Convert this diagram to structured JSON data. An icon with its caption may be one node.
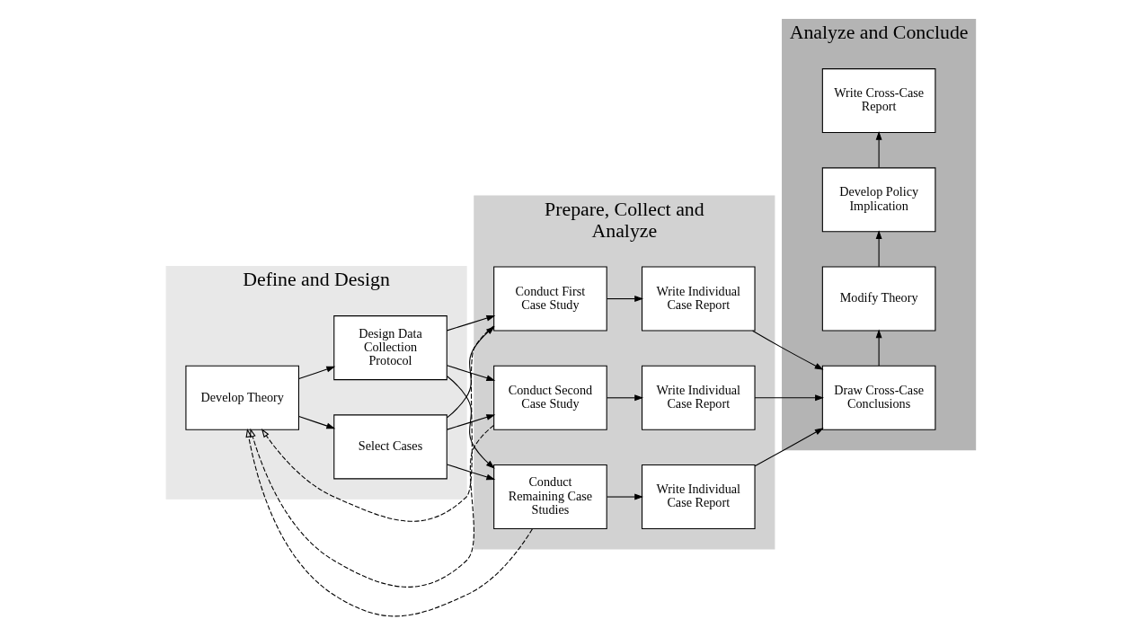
{
  "diagram": {
    "nodes": [
      {
        "text": [
          "Define and Design"
        ]
      },
      {
        "text": [
          "Develop Theory"
        ],
        "in": 0
      },
      {
        "text": [
          "Select Cases"
        ],
        "in": 0
      },
      {
        "text": [
          "Design Data Collection Protocol"
        ],
        "in": 0
      },
      {
        "text": [
          "Prepare, Collect and Analyze"
        ]
      },
      {
        "text": [
          "Conduct First Case Study"
        ],
        "in": 4
      },
      {
        "text": [
          "Write Individual Case Report"
        ],
        "in": 4
      },
      {
        "text": [
          "Conduct Second Case Study"
        ],
        "in": 4
      },
      {
        "text": [
          "Write Individual Case Report"
        ],
        "in": 4
      },
      {
        "text": [
          "Conduct Remaining Case Studies"
        ],
        "in": 4
      },
      {
        "text": [
          "Write Individual Case Report"
        ],
        "in": 4
      },
      {
        "text": [
          "Analyze and Conclude"
        ]
      },
      {
        "text": [
          "Draw Cross-Case Conclusions"
        ],
        "in": 11
      },
      {
        "text": [
          "Modify Theory"
        ],
        "in": 11
      },
      {
        "text": [
          "Develop Policy Implication"
        ],
        "in": 11
      },
      {
        "text": [
          "Write Cross-Case Report"
        ],
        "in": 11
      }
    ],
    "edges": [
      {
        "from": 1,
        "to": 2,
        "arrow": "to"
      },
      {
        "from": 1,
        "to": 3,
        "arrow": "to"
      },
      {
        "from": 2,
        "to": 5,
        "arrow": "to"
      },
      {
        "from": 2,
        "to": 7,
        "arrow": "to"
      },
      {
        "from": 2,
        "to": 9,
        "arrow": "to"
      },
      {
        "from": 3,
        "to": 5,
        "arrow": "to"
      },
      {
        "from": 3,
        "to": 7,
        "arrow": "to"
      },
      {
        "from": 3,
        "to": 9,
        "arrow": "to"
      },
      {
        "from": 5,
        "to": 6,
        "arrow": "to"
      },
      {
        "from": 7,
        "to": 8,
        "arrow": "to"
      },
      {
        "from": 9,
        "to": 10,
        "arrow": "to"
      },
      {
        "from": 6,
        "to": 12,
        "arrow": "to"
      },
      {
        "from": 8,
        "to": 12,
        "arrow": "to"
      },
      {
        "from": 10,
        "to": 12,
        "arrow": "to"
      },
      {
        "from": 12,
        "to": 13,
        "arrow": "to"
      },
      {
        "from": 13,
        "to": 14,
        "arrow": "to"
      },
      {
        "from": 14,
        "to": 15,
        "arrow": "to"
      },
      {
        "from": 5,
        "to": 1,
        "arrow": "to",
        "style": "dashed"
      },
      {
        "from": 7,
        "to": 1,
        "arrow": "to",
        "style": "dashed"
      },
      {
        "from": 9,
        "to": 1,
        "arrow": "to",
        "style": "dashed"
      }
    ]
  }
}
